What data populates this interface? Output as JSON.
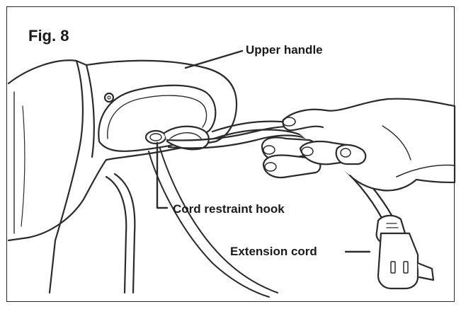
{
  "figure": {
    "title": "Fig. 8",
    "labels": {
      "upper_handle": "Upper handle",
      "cord_restraint_hook": "Cord restraint hook",
      "extension_cord": "Extension cord"
    },
    "colors": {
      "line": "#2b2b2b",
      "fill": "#ffffff",
      "tint": "#e9e9e9"
    }
  }
}
